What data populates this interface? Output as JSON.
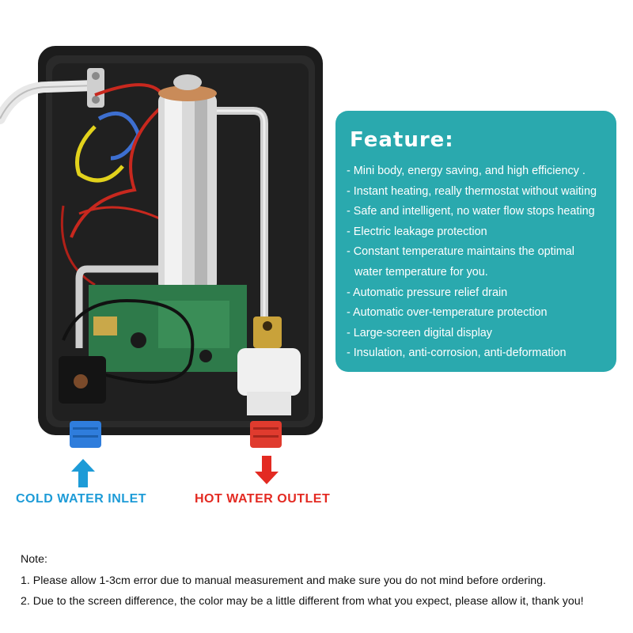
{
  "feature": {
    "title": "Feature:",
    "items": [
      "- Mini body, energy saving, and high efficiency .",
      "- Instant heating, really thermostat without waiting",
      "- Safe and intelligent, no water flow stops heating",
      "- Electric leakage protection",
      "- Constant temperature maintains the optimal",
      "water temperature for you.",
      "- Automatic pressure relief drain",
      "- Automatic over-temperature protection",
      "- Large-screen digital display",
      "- Insulation, anti-corrosion, anti-deformation"
    ]
  },
  "labels": {
    "cold": "COLD WATER INLET",
    "hot": "HOT WATER OUTLET"
  },
  "notes": {
    "heading": "Note:",
    "line1": "1. Please allow 1-3cm error due to manual measurement and make sure you do not mind before ordering.",
    "line2": "2. Due to the screen difference, the color may be a little different from what you expect, please allow it, thank you!"
  },
  "colors": {
    "panel": "#2aa9ae",
    "cold": "#1d9bd7",
    "hot": "#e32a22"
  }
}
